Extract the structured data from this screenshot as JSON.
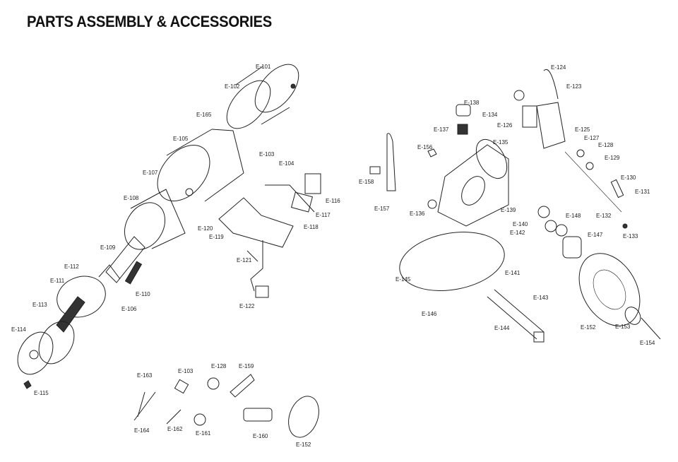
{
  "title": "PARTS ASSEMBLY & ACCESSORIES",
  "motor_assembly": [
    "E-101",
    "E-102",
    "E-165",
    "E-105",
    "E-103",
    "E-104",
    "E-107",
    "E-108",
    "E-116",
    "E-117",
    "E-120",
    "E-119",
    "E-118",
    "E-109",
    "E-121",
    "E-112",
    "E-111",
    "E-110",
    "E-106",
    "E-113",
    "E-122",
    "E-114",
    "E-115"
  ],
  "accessories": [
    "E-163",
    "E-103",
    "E-128",
    "E-159",
    "E-164",
    "E-162",
    "E-161",
    "E-160",
    "E-152"
  ],
  "head_assembly": [
    "E-124",
    "E-123",
    "E-138",
    "E-134",
    "E-126",
    "E-137",
    "E-125",
    "E-135",
    "E-127",
    "E-156",
    "E-128",
    "E-129",
    "E-158",
    "E-130",
    "E-131",
    "E-157",
    "E-136",
    "E-139",
    "E-148",
    "E-132",
    "E-140",
    "E-142",
    "E-133",
    "E-147",
    "E-141",
    "E-145",
    "E-146",
    "E-143",
    "E-144",
    "E-152",
    "E-153",
    "E-154"
  ]
}
